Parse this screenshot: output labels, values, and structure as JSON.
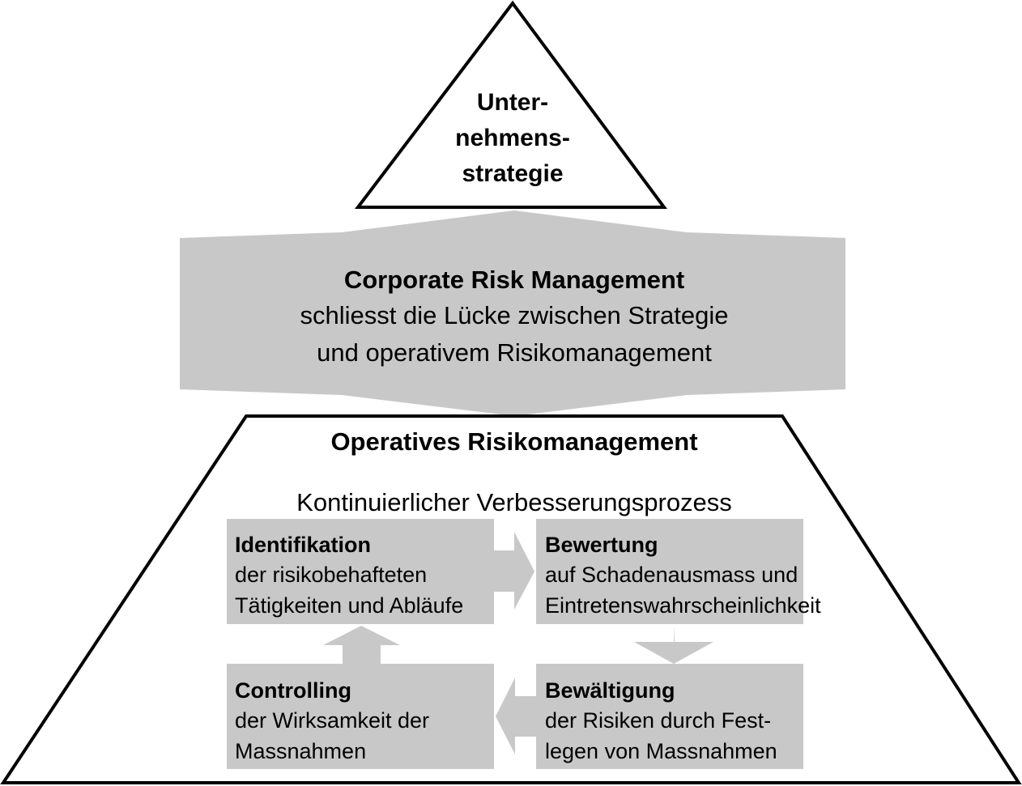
{
  "colors": {
    "box_fill": "#c8c8c8",
    "outline": "#000000",
    "background": "#ffffff"
  },
  "triangle": {
    "lines": [
      "Unter-",
      "nehmens-",
      "strategie"
    ]
  },
  "corporate": {
    "title": "Corporate Risk Management",
    "line1": "schliesst die Lücke zwischen Strategie",
    "line2": "und operativem Risikomanagement"
  },
  "operative": {
    "title": "Operatives Risikomanagement",
    "subtitle": "Kontinuierlicher Verbesserungsprozess"
  },
  "steps": {
    "identifikation": {
      "title": "Identifikation",
      "line1": "der risikobehafteten",
      "line2": "Tätigkeiten und Abläufe"
    },
    "bewertung": {
      "title": "Bewertung",
      "line1": "auf Schadenausmass und",
      "line2": "Eintretenswahrscheinlichkeit"
    },
    "bewaeltigung": {
      "title": "Bewältigung",
      "line1": "der Risiken durch Fest-",
      "line2": "legen von Massnahmen"
    },
    "controlling": {
      "title": "Controlling",
      "line1": "der Wirksamkeit der",
      "line2": "Massnahmen"
    }
  }
}
